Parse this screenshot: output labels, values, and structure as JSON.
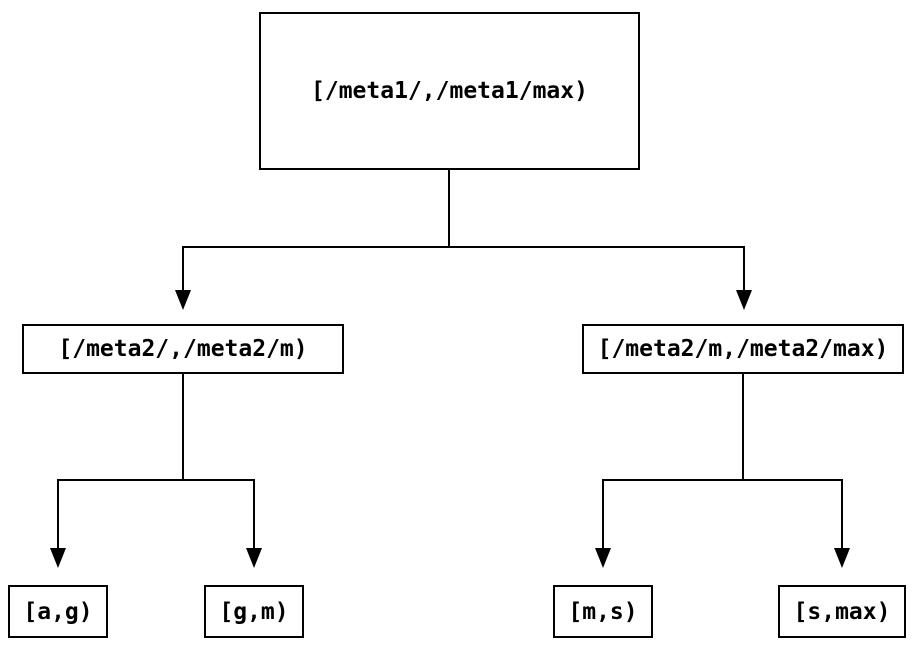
{
  "diagram": {
    "type": "binary-interval-tree",
    "direction": "top-down",
    "colors": {
      "background": "#ffffff",
      "line": "#000000",
      "node_border": "#000000",
      "node_fill": "#ffffff",
      "text": "#000000"
    },
    "nodes": {
      "root": "[/meta1/,/meta1/max)",
      "meta2_low": "[/meta2/,/meta2/m)",
      "meta2_high": "[/meta2/m,/meta2/max)",
      "leaf_a_g": "[a,g)",
      "leaf_g_m": "[g,m)",
      "leaf_m_s": "[m,s)",
      "leaf_s_max": "[s,max)"
    },
    "edges": [
      {
        "from": "root",
        "to": "meta2_low"
      },
      {
        "from": "root",
        "to": "meta2_high"
      },
      {
        "from": "meta2_low",
        "to": "leaf_a_g"
      },
      {
        "from": "meta2_low",
        "to": "leaf_g_m"
      },
      {
        "from": "meta2_high",
        "to": "leaf_m_s"
      },
      {
        "from": "meta2_high",
        "to": "leaf_s_max"
      }
    ]
  }
}
